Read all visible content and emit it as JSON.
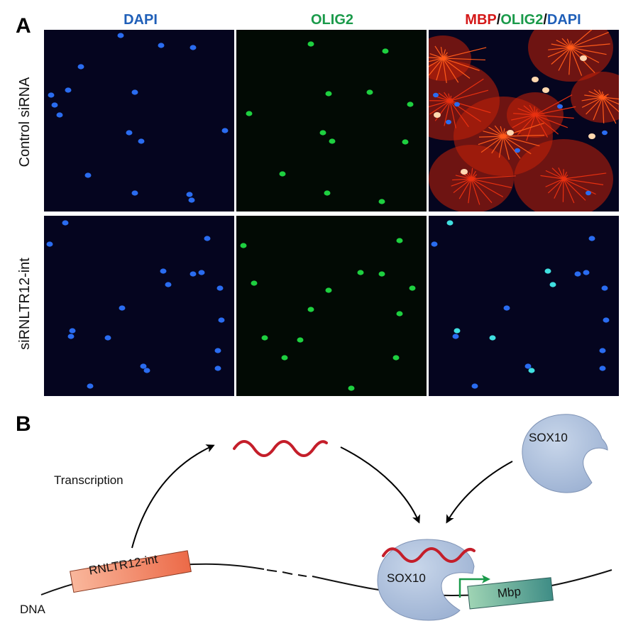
{
  "panel_a": {
    "letter": "A",
    "columns": {
      "dapi": "DAPI",
      "olig2": "OLIG2",
      "merge": {
        "mbp": "MBP",
        "sep1": "/",
        "olig2": "OLIG2",
        "sep2": "/",
        "dapi": "DAPI"
      }
    },
    "rows": {
      "control": "Control siRNA",
      "knockdown": "siRNLTR12-int"
    },
    "colors": {
      "dapi": "#1f5fb8",
      "olig2": "#1a9a4a",
      "mbp": "#d41818",
      "sep": "#111111"
    }
  },
  "panel_b": {
    "letter": "B",
    "labels": {
      "transcription": "Transcription",
      "dna": "DNA",
      "element": "RNLTR12-int",
      "sox10_free": "SOX10",
      "sox10_bound": "SOX10",
      "gene": "Mbp"
    },
    "colors": {
      "rna": "#c41e2a",
      "sox10": "#a9bcd8",
      "element": "#f08a6a",
      "gene": "#5aa38e",
      "arrow_promoter": "#1a9a4a"
    }
  }
}
